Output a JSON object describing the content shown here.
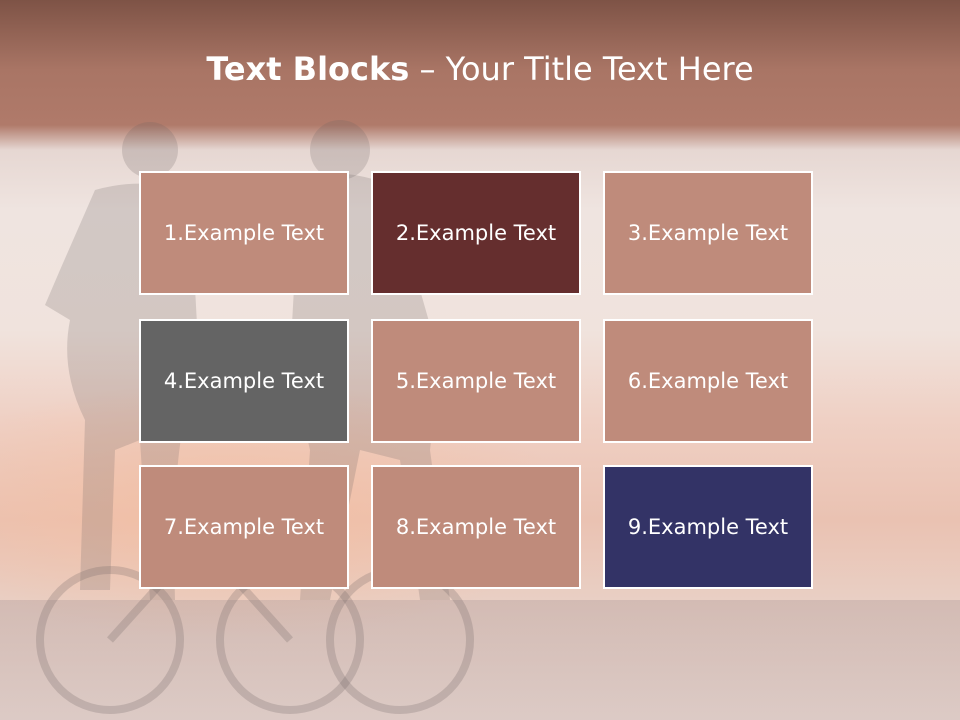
{
  "title": {
    "bold": "Text Blocks",
    "dash": " – ",
    "rest": "Your Title Text Here"
  },
  "blocks": [
    {
      "label": "1.Example Text",
      "color": "#bf8b7b"
    },
    {
      "label": "2.Example Text",
      "color": "#652e2e"
    },
    {
      "label": "3.Example Text",
      "color": "#bf8b7b"
    },
    {
      "label": "4.Example Text",
      "color": "#646464"
    },
    {
      "label": "5.Example Text",
      "color": "#bf8b7b"
    },
    {
      "label": "6.Example Text",
      "color": "#bf8b7b"
    },
    {
      "label": "7.Example Text",
      "color": "#bf8b7b"
    },
    {
      "label": "8.Example Text",
      "color": "#bf8b7b"
    },
    {
      "label": "9.Example Text",
      "color": "#333366"
    }
  ],
  "theme": {
    "header_color": "#a97565",
    "block_border": "#ffffff",
    "text_color": "#ffffff"
  }
}
